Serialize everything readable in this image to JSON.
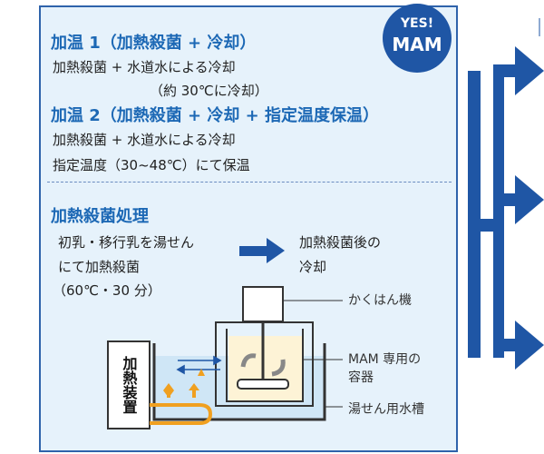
{
  "badge": {
    "line1": "YES!",
    "line2": "MAM"
  },
  "warming1": {
    "heading": "加温 1（加熱殺菌 + 冷却）",
    "line1": "加熱殺菌 + 水道水による冷却",
    "line2": "（約 30℃に冷却）"
  },
  "warming2": {
    "heading": "加温 2（加熱殺菌 + 冷却 + 指定温度保温）",
    "line1": "加熱殺菌 + 水道水による冷却",
    "line2": "指定温度（30~48℃）にて保温"
  },
  "sterilization": {
    "heading": "加熱殺菌処理",
    "desc1": "初乳・移行乳を湯せん",
    "desc2": "にて加熱殺菌",
    "desc3": "（60℃・30 分）",
    "after1": "加熱殺菌後の",
    "after2": "冷却"
  },
  "diagram": {
    "heater": "加熱装置",
    "stirrer_label": "かくはん機",
    "container_label1": "MAM 専用の",
    "container_label2": "容器",
    "bath_label": "湯せん用水槽"
  },
  "colors": {
    "brand_blue": "#1f56a5",
    "heading_blue": "#1c68b5",
    "panel_bg": "#e6f2fb",
    "water": "#cfe6f6",
    "milk": "#fdf3d6",
    "heat_arrow": "#f0a020"
  }
}
